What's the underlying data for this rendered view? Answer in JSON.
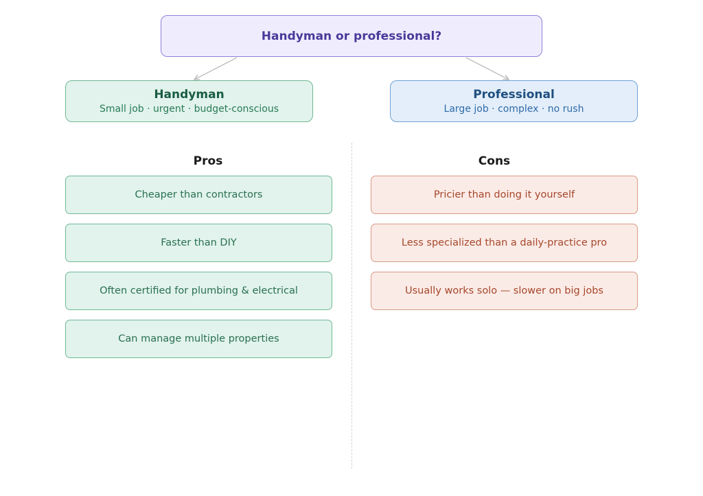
{
  "diagram": {
    "root": {
      "title": "Handyman or professional?"
    },
    "branches": {
      "handyman": {
        "title": "Handyman",
        "subtitle": "Small job · urgent · budget-conscious"
      },
      "professional": {
        "title": "Professional",
        "subtitle": "Large job · complex · no rush"
      }
    },
    "pros": {
      "heading": "Pros",
      "items": [
        "Cheaper than contractors",
        "Faster than DIY",
        "Often certified for plumbing & electrical",
        "Can manage multiple properties"
      ]
    },
    "cons": {
      "heading": "Cons",
      "items": [
        "Pricier than doing it yourself",
        "Less specialized than a daily-practice pro",
        "Usually works solo — slower on big jobs"
      ]
    }
  },
  "colors": {
    "root_fill": "#efedfd",
    "handyman_fill": "#e1f3ec",
    "professional_fill": "#e3eefa",
    "pro_fill": "#e1f3ec",
    "con_fill": "#fbebe6",
    "connector": "#bdbdbd"
  }
}
